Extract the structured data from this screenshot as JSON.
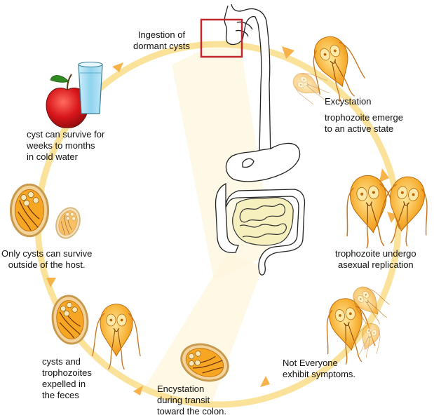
{
  "colors": {
    "cycle_ring": "#fbe29b",
    "arrow": "#f7b24a",
    "trophozoite_fill": "#f6a326",
    "trophozoite_light": "#ffd57a",
    "cyst_fill": "#f3d39a",
    "cyst_rim": "#c79a4d",
    "intestine_fill": "#f6f0bf",
    "highlight_box": "#c0272d",
    "apple": "#d8161a",
    "water": "#9fd9f0"
  },
  "icons": [
    "apple-icon",
    "water-glass-icon",
    "digestive-tract-icon",
    "trophozoite-icon",
    "cyst-icon",
    "highlight-box-icon"
  ],
  "labels": {
    "ingestion": [
      "Ingestion of",
      "dormant cysts"
    ],
    "excystation_title": "Excystation",
    "excystation_desc": [
      "trophozoite emerge",
      "to an active state"
    ],
    "replication": [
      "trophozoite undergo",
      "asexual replication"
    ],
    "symptoms": [
      "Not Everyone",
      "exhibit symptoms."
    ],
    "encystation": [
      "Encystation",
      "during transit",
      "toward the colon."
    ],
    "expelled": [
      "cysts and",
      "trophozoites",
      "expelled in",
      "the feces"
    ],
    "outside_host": [
      "Only cysts can survive",
      "outside of the host."
    ],
    "cold_water": [
      "cyst can survive for",
      "weeks to months",
      "in cold water"
    ]
  }
}
